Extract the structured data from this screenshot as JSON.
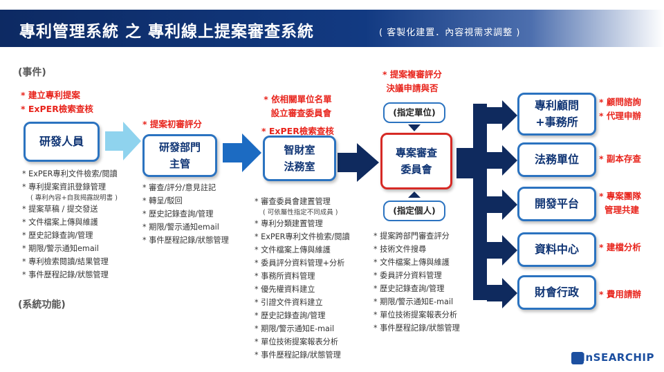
{
  "header": {
    "title": "專利管理系統 之 專利線上提案審查系統",
    "subtitle": "( 客製化建置．內容視需求調整 )"
  },
  "sections": {
    "events": "(事件)",
    "functions": "(系統功能)"
  },
  "stages": [
    {
      "label": "研發人員",
      "events": [
        "* 建立專利提案",
        "* ExPER檢索查核"
      ],
      "functions": [
        "ExPER專利文件檢索/閱讀",
        "專利提案資訊登錄管理",
        "( 專利內容+自我揭露說明書 )",
        "提案草稿 / 提交發送",
        "文件檔案上傳與維護",
        "歷史記錄查詢/管理",
        "期限/警示通知email",
        "專利檢索閱讀/結果管理",
        "事件歷程記錄/狀態管理"
      ]
    },
    {
      "label": "研發部門\n主管",
      "events": [
        "* 提案初審評分"
      ],
      "functions": [
        "審查/評分/意見註記",
        "轉呈/駁回",
        "歷史記錄查詢/管理",
        "期限/警示通知email",
        "事件歷程記錄/狀態管理"
      ]
    },
    {
      "label": "智財室\n法務室",
      "events": [
        "* 依相關單位名單",
        "設立審查委員會",
        "* ExPER檢索查核"
      ],
      "functions": [
        "審查委員會建置管理",
        "( 可依屬性指定不同成員 )",
        "專利分類建置管理",
        "ExPER專利文件檢索/閱讀",
        "文件檔案上傳與維護",
        "委員評分資料管理+分析",
        "事務所資料管理",
        "優先權資料建立",
        "引證文件資料建立",
        "歷史記錄查詢/管理",
        "期限/警示通知E-mail",
        "單位技術提案報表分析",
        "事件歷程記錄/狀態管理"
      ]
    },
    {
      "label": "專案審查\n委員會",
      "events": [
        "* 提案複審評分",
        "決議申請與否"
      ],
      "designate_unit": "(指定單位)",
      "designate_person": "(指定個人)",
      "functions": [
        "提案跨部門審查評分",
        "技術文件搜尋",
        "文件檔案上傳與維護",
        "委員評分資料管理",
        "歷史記錄查詢/管理",
        "期限/警示通知E-mail",
        "單位技術提案報表分析",
        "事件歷程記錄/狀態管理"
      ]
    }
  ],
  "targets": [
    {
      "label": "專利顧問\n+事務所",
      "notes": [
        "* 顧問諮詢",
        "* 代理申辦"
      ]
    },
    {
      "label": "法務單位",
      "notes": [
        "* 副本存查"
      ]
    },
    {
      "label": "開發平台",
      "notes": [
        "* 專案團隊",
        "管理共建"
      ]
    },
    {
      "label": "資料中心",
      "notes": [
        "* 建檔分析"
      ]
    },
    {
      "label": "財會行政",
      "notes": [
        "* 費用請辦"
      ]
    }
  ],
  "logo": "InSEARCHIP",
  "colors": {
    "banner": "#123a82",
    "box_border": "#2b73c0",
    "committee_border": "#d62a25",
    "event_text": "#e8241c",
    "light_arrow": "#8fd3ee",
    "blue_arrow": "#1c6bc2",
    "navy_arrow": "#0f2a5e"
  }
}
